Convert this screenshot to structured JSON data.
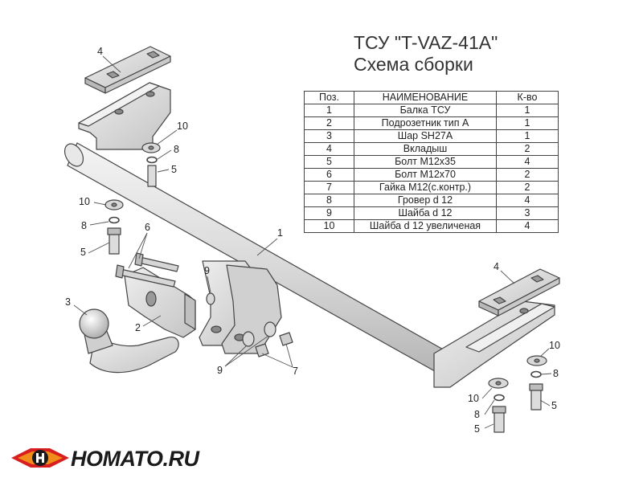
{
  "title": "ТСУ \"T-VAZ-41A\"",
  "subtitle": "Схема сборки",
  "table": {
    "headers": [
      "Поз.",
      "НАИМЕНОВАНИЕ",
      "К-во"
    ],
    "rows": [
      [
        "1",
        "Балка ТСУ",
        "1"
      ],
      [
        "2",
        "Подрозетник тип А",
        "1"
      ],
      [
        "3",
        "Шар SH27A",
        "1"
      ],
      [
        "4",
        "Вкладыш",
        "2"
      ],
      [
        "5",
        "Болт М12х35",
        "4"
      ],
      [
        "6",
        "Болт М12х70",
        "2"
      ],
      [
        "7",
        "Гайка М12(с.контр.)",
        "2"
      ],
      [
        "8",
        "Гровер d 12",
        "4"
      ],
      [
        "9",
        "Шайба d 12",
        "3"
      ],
      [
        "10",
        "Шайба d 12 увеличеная",
        "4"
      ]
    ]
  },
  "callouts": {
    "n4_top": "4",
    "n10_top": "10",
    "n8_top": "8",
    "n5_top": "5",
    "n10_left": "10",
    "n8_left": "8",
    "n5_left": "5",
    "n6": "6",
    "n1": "1",
    "n9_mid": "9",
    "n3": "3",
    "n2": "2",
    "n9_bottom": "9",
    "n7": "7",
    "n4_right": "4",
    "n10_right": "10",
    "n8_right": "8",
    "n5_right": "5",
    "n10_bottom": "10",
    "n8_bottom": "8",
    "n5_bottom": "5"
  },
  "logo": {
    "text": "HOMATO.RU"
  },
  "colors": {
    "part_fill": "#dcdcdc",
    "outline": "#444444",
    "logo_red": "#d81e1e",
    "logo_orange": "#f28c1a"
  }
}
